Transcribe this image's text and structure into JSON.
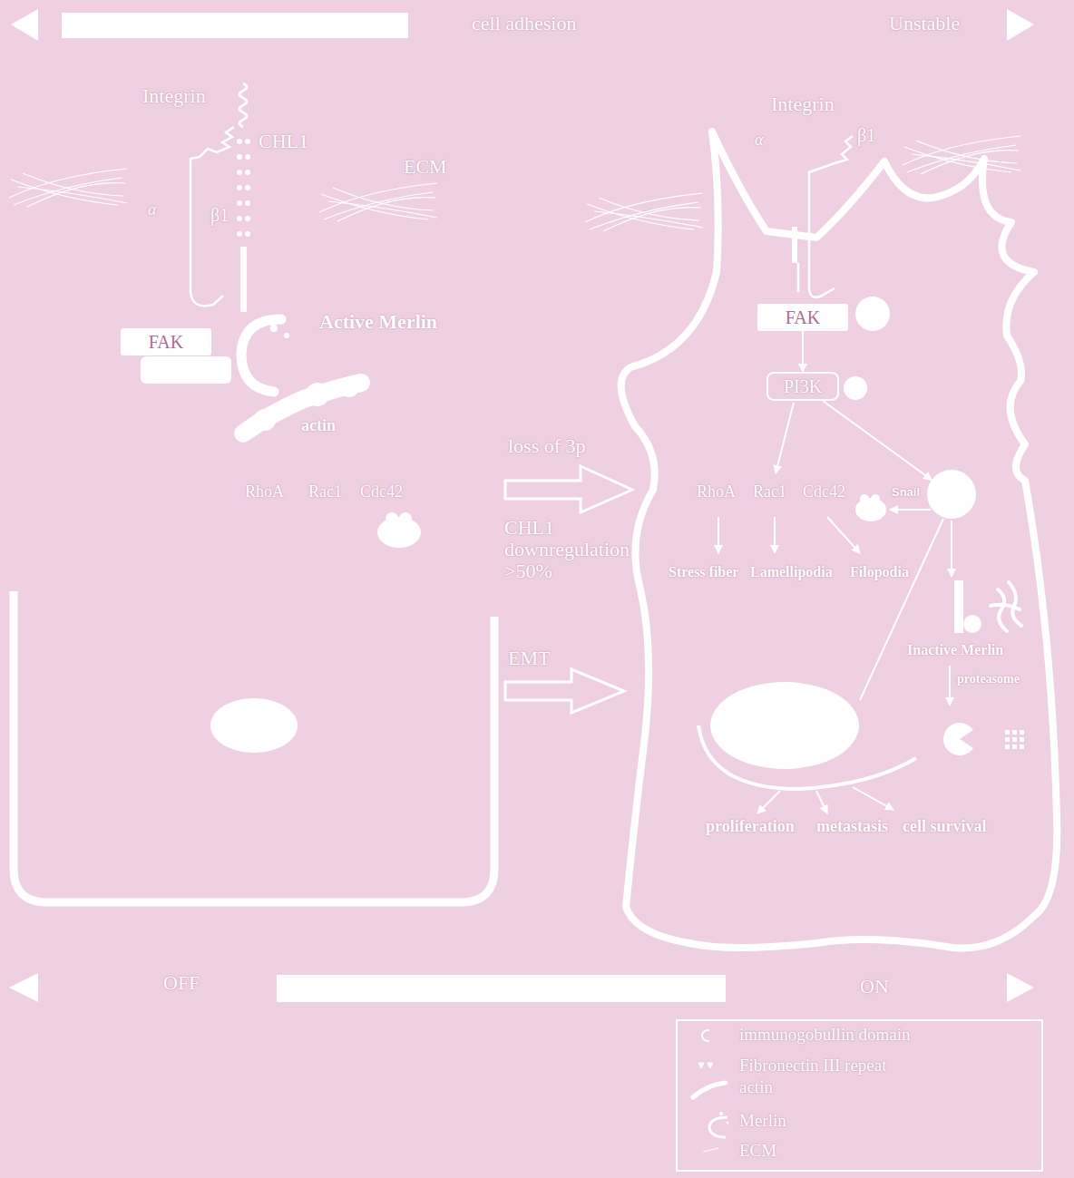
{
  "diagram": {
    "nodes": [
      {
        "text": [
          "FAK"
        ]
      },
      {
        "text": [
          "FAK"
        ]
      },
      {
        "text": [
          "PI3K"
        ]
      },
      {
        "text": [
          "Snail"
        ]
      }
    ],
    "edges": [
      {
        "from": 1,
        "to": 2,
        "arrow": "to"
      },
      {
        "from": 2,
        "to": 3,
        "arrow": "to"
      }
    ],
    "labels": [
      "cell adhesion",
      "Unstable",
      "Integrin",
      "CHL1",
      "ECM",
      "α",
      "β1",
      "Active Merlin",
      "actin",
      "RhoA",
      "Rac1",
      "Cdc42",
      "loss of 3p",
      "CHL1 downregulation >50%",
      "EMT",
      "Integrin",
      "α",
      "β1",
      "RhoA",
      "Rac1",
      "Cdc42",
      "Stress fiber",
      "Lamellipodia",
      "Filopodia",
      "Inactive Merlin",
      "proteasome",
      "proliferation",
      "metastasis",
      "cell survival",
      "OFF",
      "ON"
    ],
    "legend": [
      {
        "text": "immunogobullin domain"
      },
      {
        "text": "Fibronectin III repeat"
      },
      {
        "text": "actin"
      },
      {
        "text": "Merlin"
      },
      {
        "text": "ECM"
      }
    ]
  }
}
